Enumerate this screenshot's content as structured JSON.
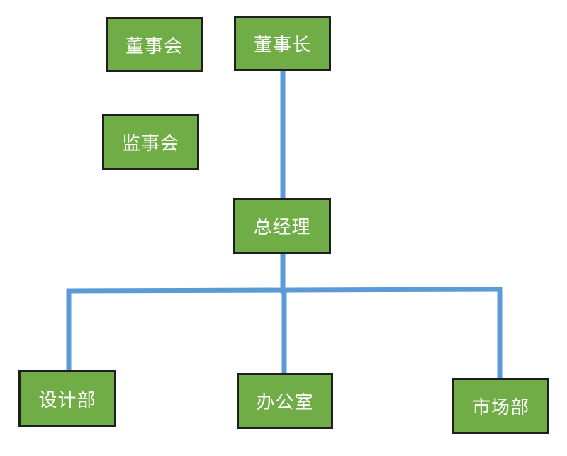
{
  "org_chart": {
    "nodes": [
      {
        "id": "board",
        "label": "董事会"
      },
      {
        "id": "chairman",
        "label": "董事长"
      },
      {
        "id": "supervisory",
        "label": "监事会"
      },
      {
        "id": "gm",
        "label": "总经理"
      },
      {
        "id": "design",
        "label": "设计部"
      },
      {
        "id": "office",
        "label": "办公室"
      },
      {
        "id": "marketing",
        "label": "市场部"
      }
    ],
    "edges": [
      {
        "from": "chairman",
        "to": "gm"
      },
      {
        "from": "gm",
        "to": "design"
      },
      {
        "from": "gm",
        "to": "office"
      },
      {
        "from": "gm",
        "to": "marketing"
      }
    ],
    "colors": {
      "node_fill": "#70ad47",
      "node_border": "#1f1f1f",
      "node_text": "#ffffff",
      "connector": "#5b9bd5"
    }
  }
}
